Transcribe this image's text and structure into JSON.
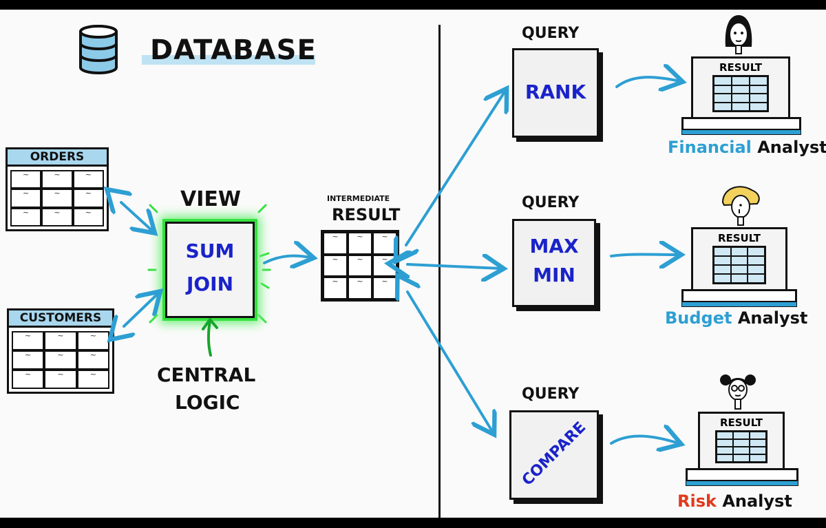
{
  "header": {
    "title": "DATABASE",
    "icon": "database-icon"
  },
  "sources": [
    {
      "name": "ORDERS"
    },
    {
      "name": "CUSTOMERS"
    }
  ],
  "view": {
    "title": "VIEW",
    "line1": "SUM",
    "line2": "JOIN",
    "caption_line1": "CENTRAL",
    "caption_line2": "LOGIC"
  },
  "intermediate": {
    "small": "INTERMEDIATE",
    "big": "RESULT"
  },
  "queries": [
    {
      "heading": "QUERY",
      "text": "RANK"
    },
    {
      "heading": "QUERY",
      "text_line1": "MAX",
      "text_line2": "MIN"
    },
    {
      "heading": "QUERY",
      "text": "COMPARE"
    }
  ],
  "analysts": [
    {
      "result_label": "RESULT",
      "role": "Financial",
      "suffix": "Analyst"
    },
    {
      "result_label": "RESULT",
      "role": "Budget",
      "suffix": "Analyst"
    },
    {
      "result_label": "RESULT",
      "role": "Risk",
      "suffix": "Analyst"
    }
  ],
  "colors": {
    "accent_blue": "#2d9fd3",
    "view_glow": "#35e03f",
    "logic_green": "#17a52c",
    "ink_blue": "#1a23c9",
    "risk_red": "#e03a1c",
    "highlight": "#bfe3f3"
  }
}
